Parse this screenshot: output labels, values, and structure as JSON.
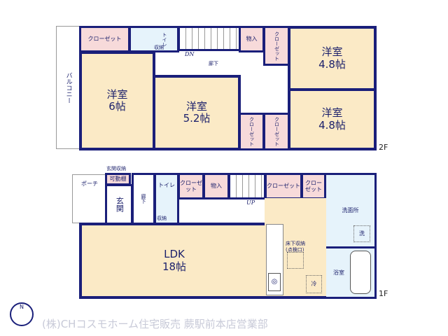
{
  "floor2": {
    "label": "2F",
    "balcony": "バルコニー",
    "closet_top": "クローゼット",
    "toilet": "トイレ",
    "storage": "収納",
    "storeroom": "物入",
    "closet_v": "クローゼット",
    "dn": "DN",
    "hallway": "廊下",
    "room6": {
      "name": "洋室",
      "size": "6帖"
    },
    "room52": {
      "name": "洋室",
      "size": "5.2帖"
    },
    "room48a": {
      "name": "洋室",
      "size": "4.8帖"
    },
    "room48b": {
      "name": "洋室",
      "size": "4.8帖"
    },
    "closet_a": "クローゼット",
    "closet_b": "クローゼット"
  },
  "floor1": {
    "label": "1F",
    "entrance_storage": "玄関収納",
    "shelf": "可動棚",
    "porch": "ポーチ",
    "entrance": "玄関",
    "hallway": "廊下",
    "toilet": "トイレ",
    "storage": "収納",
    "closet1": "クローゼット",
    "storeroom": "物入",
    "up": "UP",
    "closet2": "クローゼット",
    "closet3": "クローゼット",
    "washroom": "洗面所",
    "washer": "洗",
    "underfloor": "床下収納",
    "inspection": "(点検口)",
    "fridge": "冷",
    "bath": "浴室",
    "ldk": {
      "name": "LDK",
      "size": "18帖"
    }
  },
  "compass": "N",
  "footer": "(株)CHコスモホーム住宅販売 蕨駅前本店営業部"
}
